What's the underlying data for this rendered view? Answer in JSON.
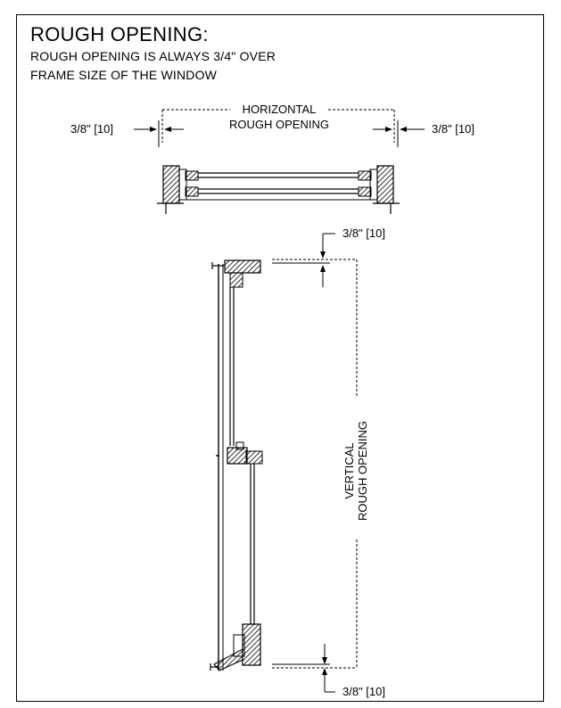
{
  "heading": {
    "title": "ROUGH OPENING:",
    "line1": "ROUGH OPENING IS ALWAYS 3/4\" OVER",
    "line2": "FRAME SIZE OF THE WINDOW"
  },
  "horizontal": {
    "label_line1": "HORIZONTAL",
    "label_line2": "ROUGH OPENING",
    "left_dim": "3/8\" [10]",
    "right_dim": "3/8\" [10]"
  },
  "vertical": {
    "label_line1": "VERTICAL",
    "label_line2": "ROUGH OPENING",
    "top_dim": "3/8\" [10]",
    "bottom_dim": "3/8\" [10]"
  }
}
